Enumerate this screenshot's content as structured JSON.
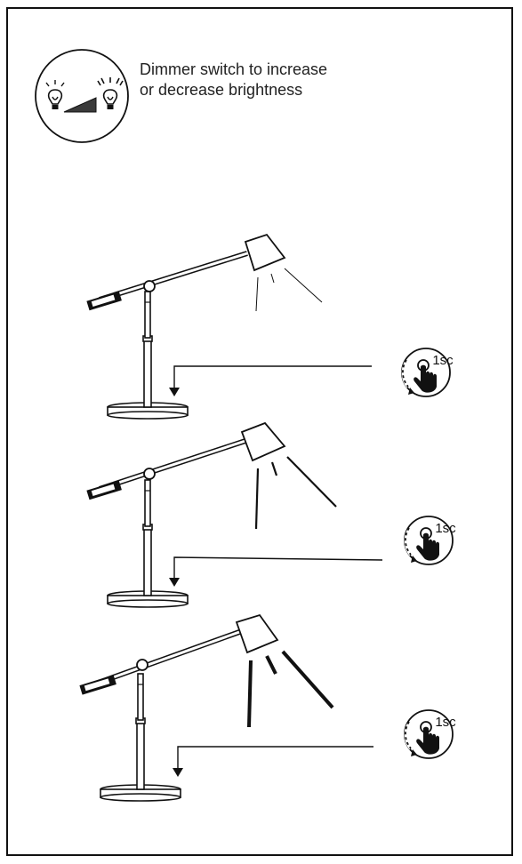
{
  "header": {
    "line1": "Dimmer switch to increase",
    "line2": "or decrease brightness"
  },
  "icons": {
    "dimmer": "dimmer-bulbs-icon",
    "press": "press-hold-hand-icon"
  },
  "steps": [
    {
      "press_label": "1sc",
      "beam_level": "low"
    },
    {
      "press_label": "1sc",
      "beam_level": "medium"
    },
    {
      "press_label": "1sc",
      "beam_level": "high"
    }
  ],
  "colors": {
    "stroke": "#111111",
    "background": "#ffffff"
  }
}
